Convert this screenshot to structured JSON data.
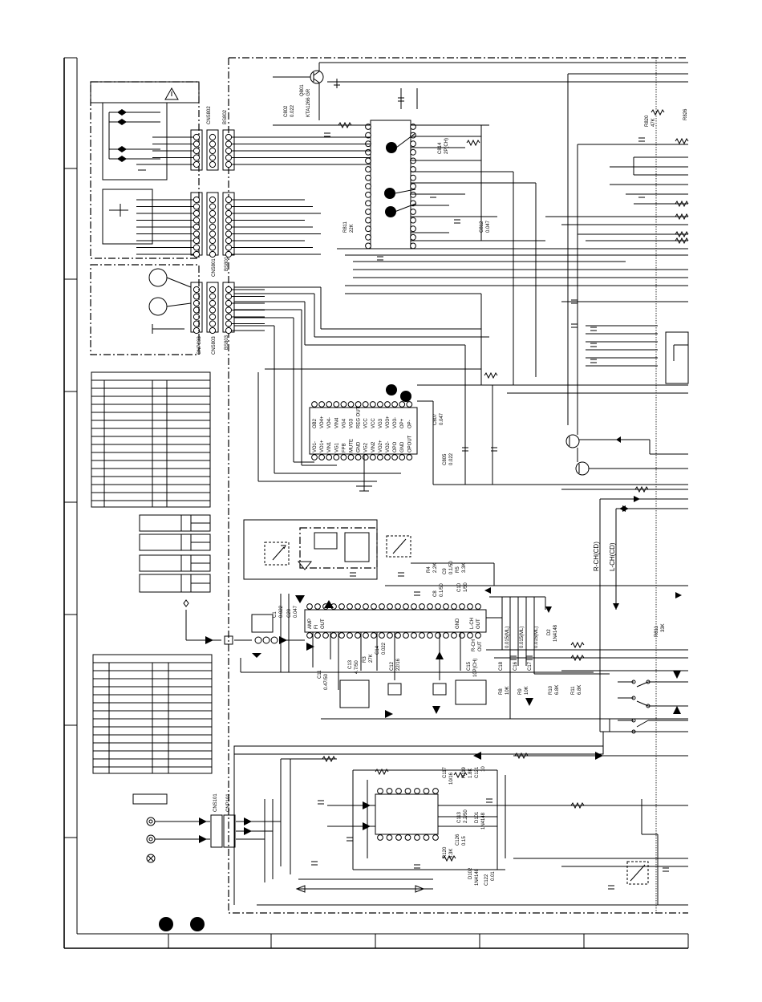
{
  "labels": {
    "cns802": "CNS802",
    "bs802": "BS802",
    "cns801": "CNS801",
    "bs801": "BS801",
    "cnp803": "CNP803",
    "cns803": "CNS803",
    "bs803": "BS803",
    "c802": "C802",
    "c802_val": "0.022",
    "q801": "Q801",
    "q801_type": "KTA1266 GR",
    "r811": "R811",
    "r811_val": "22K",
    "c814": "C814",
    "c814_val": "2P(CH)",
    "c812": "C812",
    "c812_val": "0.047",
    "r820": "R820",
    "r820_val": "47K",
    "r826": "R826",
    "c807": "C807",
    "c807_val": "0.047",
    "c805": "C805",
    "c805_val": "0.022",
    "r_ch_cd": "R-CH(CD)",
    "l_ch_cd": "L-CH(CD)",
    "r811b": "R811",
    "r811b_val": "33K",
    "d2": "D2",
    "d2_type": "1N4148",
    "c1": "C1",
    "c1_val": "0.022",
    "c20": "C20",
    "c20_val": "0.047",
    "c11": "C11",
    "c11_val": "0.47/50",
    "c13": "C13",
    "c13_val": "4.7/50",
    "r3": "R3",
    "r3_val": "27K",
    "c14": "C14",
    "c14_val": "0.022",
    "c12": "C12",
    "c12_val": "22/16",
    "c15": "C15",
    "c15_val": "10P(CH)",
    "c16": "C16",
    "c16_val": "0.015(ML)",
    "c17": "C17",
    "c17_val": "0.015(ML)",
    "c18": "C18",
    "c18_val": "0.015(ML)",
    "r8": "R8",
    "r8_val": "10K",
    "r9": "R9",
    "r9_val": "10K",
    "r10": "R10",
    "r10_val": "6.8K",
    "r11": "R11",
    "r11_val": "6.8K",
    "r4": "R4",
    "r4_val": "2.2K",
    "r5": "R5",
    "r5_val": "3.3K",
    "c8": "C8",
    "c8_val": "0.1/50",
    "c9": "C9",
    "c9_val": "0.1/50",
    "c10": "C10",
    "c10_val": "1/50",
    "c117": "C117",
    "c117_val": "10/16",
    "r119": "R119",
    "r119_val": "1.8K",
    "c121": "C121",
    "c121_val": "10",
    "c113": "C113",
    "c113_val": "2.2/50",
    "d101": "D101",
    "d101_type": "1N4148",
    "c126": "C126",
    "c126_val": "0.15",
    "r120": "R120",
    "r120_val": "3.3K",
    "d102": "D102",
    "d102_type": "1N4148",
    "c122": "C122",
    "c122_val": "0.01",
    "cns101": "CNS101",
    "cnp101": "CNP101"
  },
  "ic_pins": {
    "top": [
      "OB2",
      "VO4+",
      "VO4-",
      "VIN4",
      "VG4",
      "VG3",
      "REG OUT",
      "VCC",
      "VCC",
      "VG3",
      "VO3+",
      "VO3-",
      "OP+",
      "OP-"
    ],
    "bottom": [
      "VO1-",
      "VO1+",
      "VIN1",
      "VG1",
      "FPB",
      "MUTE",
      "GND",
      "VG2",
      "VIN2",
      "VO2+",
      "VO2-",
      "OPO",
      "GND",
      "OPOUT"
    ]
  },
  "ic_amp": {
    "left": [
      "AMP",
      "FI",
      "OUT"
    ],
    "right": [
      "GND",
      "L-CH",
      "OUT"
    ],
    "right2": [
      "R-CH",
      "OUT"
    ]
  }
}
